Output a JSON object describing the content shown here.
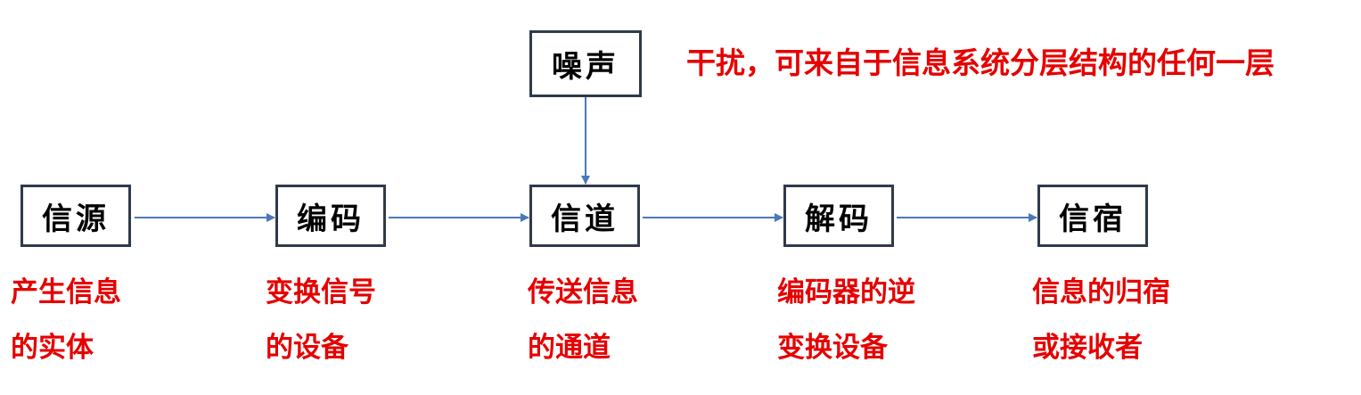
{
  "noise": {
    "label": "噪声"
  },
  "interference_note": "干扰，可来自于信息系统分层结构的任何一层",
  "stages": [
    {
      "label": "信源",
      "desc": [
        "产生信息",
        "的实体"
      ]
    },
    {
      "label": "编码",
      "desc": [
        "变换信号",
        "的设备"
      ]
    },
    {
      "label": "信道",
      "desc": [
        "传送信息",
        "的通道"
      ]
    },
    {
      "label": "解码",
      "desc": [
        "编码器的逆",
        "变换设备"
      ]
    },
    {
      "label": "信宿",
      "desc": [
        "信息的归宿",
        "或接收者"
      ]
    }
  ],
  "colors": {
    "arrow": "#4a78b8",
    "box_border": "#2f3a4a",
    "annotation": "#e60000"
  }
}
